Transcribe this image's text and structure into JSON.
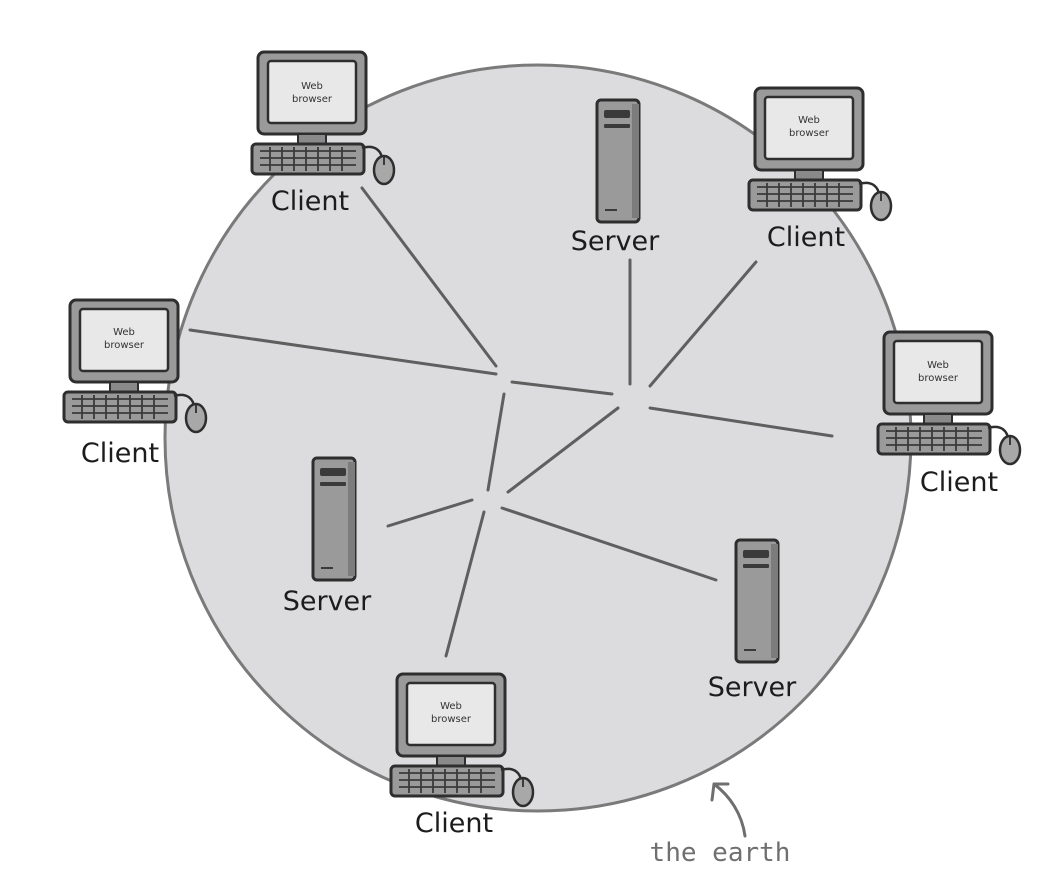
{
  "diagram": {
    "colors": {
      "earth_fill": "#dcdcde",
      "earth_stroke": "#7a7a7a",
      "link": "#5f5f5f",
      "device_body": "#9a9a9a",
      "device_dark": "#3a3a3a",
      "screen": "#e8e8e8",
      "label": "#1c1c1c",
      "annotation": "#6f6f6f"
    },
    "earth_label": "the earth",
    "screen_text_line1": "Web",
    "screen_text_line2": "browser",
    "clients": [
      {
        "label": "Client"
      },
      {
        "label": "Client"
      },
      {
        "label": "Client"
      },
      {
        "label": "Client"
      },
      {
        "label": "Client"
      }
    ],
    "servers": [
      {
        "label": "Server"
      },
      {
        "label": "Server"
      },
      {
        "label": "Server"
      }
    ]
  }
}
